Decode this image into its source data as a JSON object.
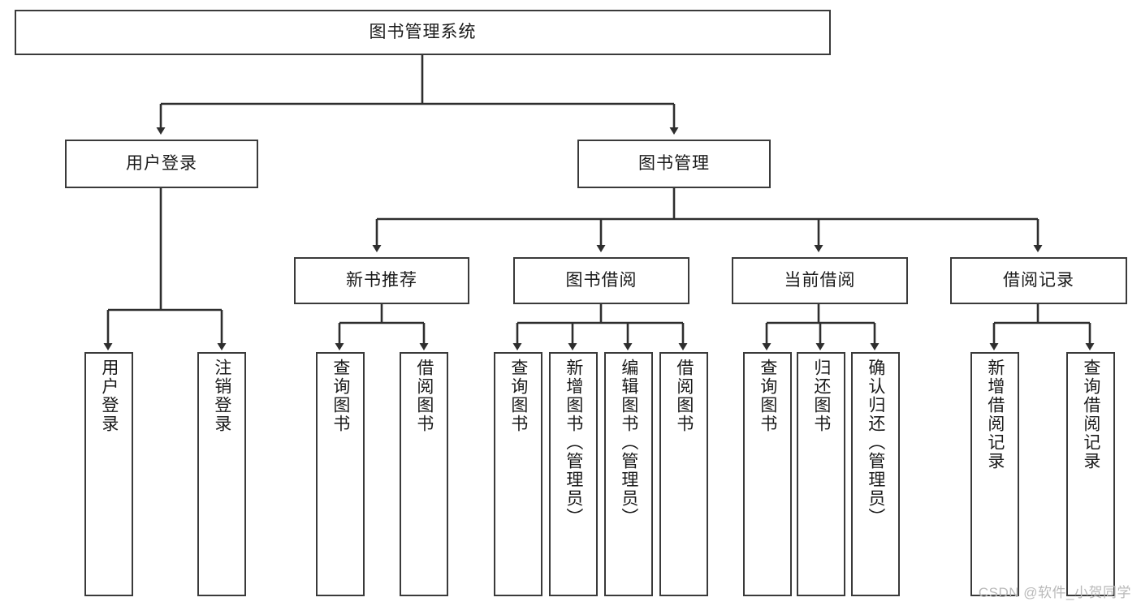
{
  "diagram": {
    "title": "图书管理系统",
    "type": "tree",
    "watermark": "CSDN @软件_小贺同学",
    "colors": {
      "box_border": "#3a3a3a",
      "box_fill": "#ffffff",
      "line": "#2e2e2e",
      "text": "#1a1a1a",
      "watermark": "#b9b9b9",
      "background": "#ffffff"
    },
    "nodes": {
      "root": {
        "label": "图书管理系统",
        "level": 0,
        "orientation": "horizontal"
      },
      "l1": [
        {
          "id": "user_login",
          "label": "用户登录",
          "orientation": "horizontal"
        },
        {
          "id": "book_mgmt",
          "label": "图书管理",
          "orientation": "horizontal"
        }
      ],
      "l2": [
        {
          "id": "new_book_rec",
          "label": "新书推荐",
          "parent": "book_mgmt",
          "orientation": "horizontal"
        },
        {
          "id": "book_borrow",
          "label": "图书借阅",
          "parent": "book_mgmt",
          "orientation": "horizontal"
        },
        {
          "id": "current_borrow",
          "label": "当前借阅",
          "parent": "book_mgmt",
          "orientation": "horizontal"
        },
        {
          "id": "borrow_record",
          "label": "借阅记录",
          "parent": "book_mgmt",
          "orientation": "horizontal"
        }
      ],
      "leaves": [
        {
          "id": "leaf_user_login",
          "label": "用户登录",
          "parent": "user_login",
          "orientation": "vertical"
        },
        {
          "id": "leaf_user_logout",
          "label": "注销登录",
          "parent": "user_login",
          "orientation": "vertical"
        },
        {
          "id": "leaf_query_book_1",
          "label": "查询图书",
          "parent": "new_book_rec",
          "orientation": "vertical"
        },
        {
          "id": "leaf_borrow_book_1",
          "label": "借阅图书",
          "parent": "new_book_rec",
          "orientation": "vertical"
        },
        {
          "id": "leaf_query_book_2",
          "label": "查询图书",
          "parent": "book_borrow",
          "orientation": "vertical"
        },
        {
          "id": "leaf_add_book",
          "label": "新增图书（管理员）",
          "parent": "book_borrow",
          "orientation": "vertical"
        },
        {
          "id": "leaf_edit_book",
          "label": "编辑图书（管理员）",
          "parent": "book_borrow",
          "orientation": "vertical"
        },
        {
          "id": "leaf_borrow_book_2",
          "label": "借阅图书",
          "parent": "book_borrow",
          "orientation": "vertical"
        },
        {
          "id": "leaf_query_book_3",
          "label": "查询图书",
          "parent": "current_borrow",
          "orientation": "vertical"
        },
        {
          "id": "leaf_return_book",
          "label": "归还图书",
          "parent": "current_borrow",
          "orientation": "vertical"
        },
        {
          "id": "leaf_confirm_return",
          "label": "确认归还（管理员）",
          "parent": "current_borrow",
          "orientation": "vertical"
        },
        {
          "id": "leaf_add_record",
          "label": "新增借阅记录",
          "parent": "borrow_record",
          "orientation": "vertical"
        },
        {
          "id": "leaf_query_record",
          "label": "查询借阅记录",
          "parent": "borrow_record",
          "orientation": "vertical"
        }
      ]
    }
  }
}
